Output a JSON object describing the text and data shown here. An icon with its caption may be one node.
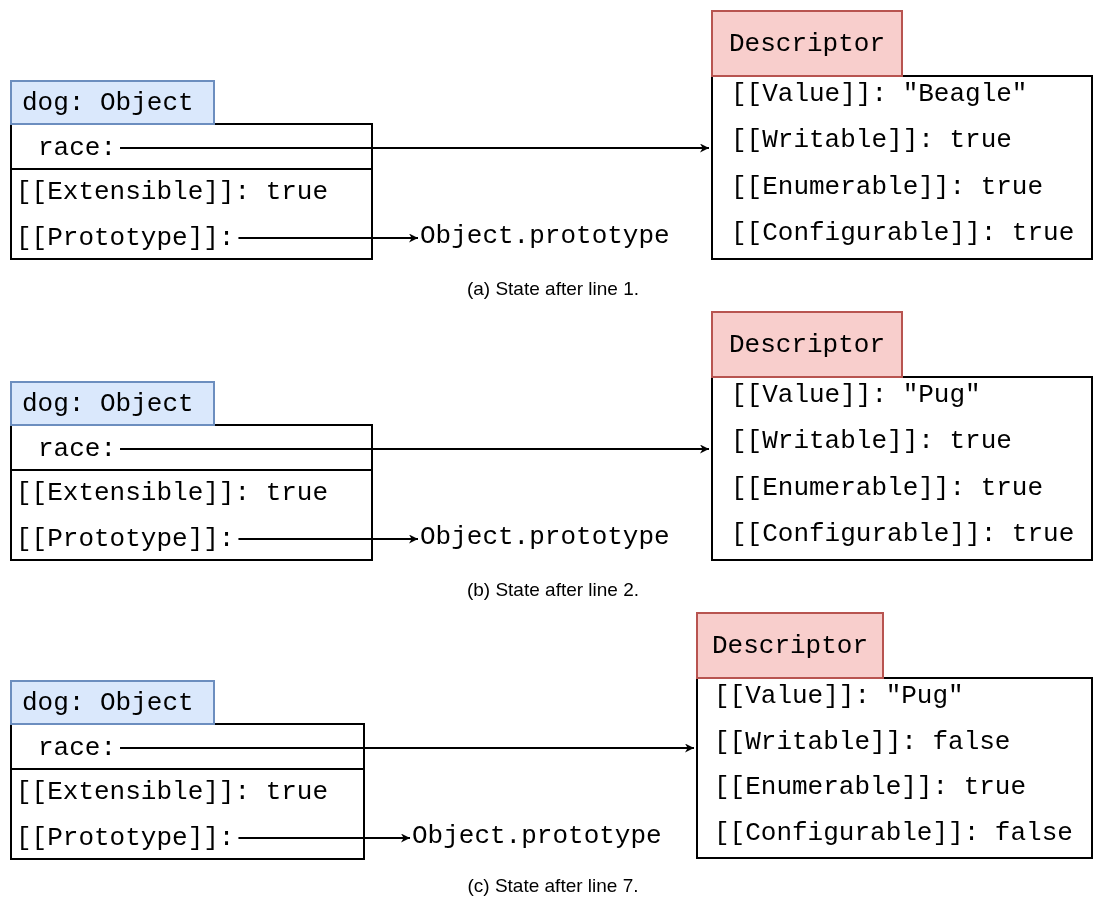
{
  "diagram": {
    "nodes": [
      {
        "text": [
          "dog: Object"
        ]
      },
      {
        "text": [
          "race:"
        ],
        "in": 0
      },
      {
        "text": [
          "[[Extensible]]: true"
        ],
        "in": 0
      },
      {
        "text": [
          "[[Prototype]]:"
        ],
        "in": 0
      },
      {
        "text": [
          "Object.prototype"
        ]
      },
      {
        "text": [
          "Descriptor"
        ]
      },
      {
        "text": [
          "[[Value]]: \"Beagle\""
        ],
        "in": 5
      },
      {
        "text": [
          "[[Writable]]: true"
        ],
        "in": 5
      },
      {
        "text": [
          "[[Enumerable]]: true"
        ],
        "in": 5
      },
      {
        "text": [
          "[[Configurable]]: true"
        ],
        "in": 5
      },
      {
        "text": [
          "dog: Object"
        ]
      },
      {
        "text": [
          "race:"
        ],
        "in": 10
      },
      {
        "text": [
          "[[Extensible]]: true"
        ],
        "in": 10
      },
      {
        "text": [
          "[[Prototype]]:"
        ],
        "in": 10
      },
      {
        "text": [
          "Object.prototype"
        ]
      },
      {
        "text": [
          "Descriptor"
        ]
      },
      {
        "text": [
          "[[Value]]: \"Pug\""
        ],
        "in": 15
      },
      {
        "text": [
          "[[Writable]]: true"
        ],
        "in": 15
      },
      {
        "text": [
          "[[Enumerable]]: true"
        ],
        "in": 15
      },
      {
        "text": [
          "[[Configurable]]: true"
        ],
        "in": 15
      },
      {
        "text": [
          "dog: Object"
        ]
      },
      {
        "text": [
          "race:"
        ],
        "in": 20
      },
      {
        "text": [
          "[[Extensible]]: true"
        ],
        "in": 20
      },
      {
        "text": [
          "[[Prototype]]:"
        ],
        "in": 20
      },
      {
        "text": [
          "Object.prototype"
        ]
      },
      {
        "text": [
          "Descriptor"
        ]
      },
      {
        "text": [
          "[[Value]]: \"Pug\""
        ],
        "in": 25
      },
      {
        "text": [
          "[[Writable]]: false"
        ],
        "in": 25
      },
      {
        "text": [
          "[[Enumerable]]: true"
        ],
        "in": 25
      },
      {
        "text": [
          "[[Configurable]]: false"
        ],
        "in": 25
      }
    ],
    "edges": [
      {
        "from": 1,
        "to": 5,
        "arrow": "to"
      },
      {
        "from": 3,
        "to": 4,
        "arrow": "to"
      },
      {
        "from": 11,
        "to": 15,
        "arrow": "to"
      },
      {
        "from": 13,
        "to": 14,
        "arrow": "to"
      },
      {
        "from": 21,
        "to": 25,
        "arrow": "to"
      },
      {
        "from": 23,
        "to": 24,
        "arrow": "to"
      }
    ],
    "labels": [
      "(a) State after line 1.",
      "(b) State after line 2.",
      "(c) State after line 7."
    ]
  }
}
